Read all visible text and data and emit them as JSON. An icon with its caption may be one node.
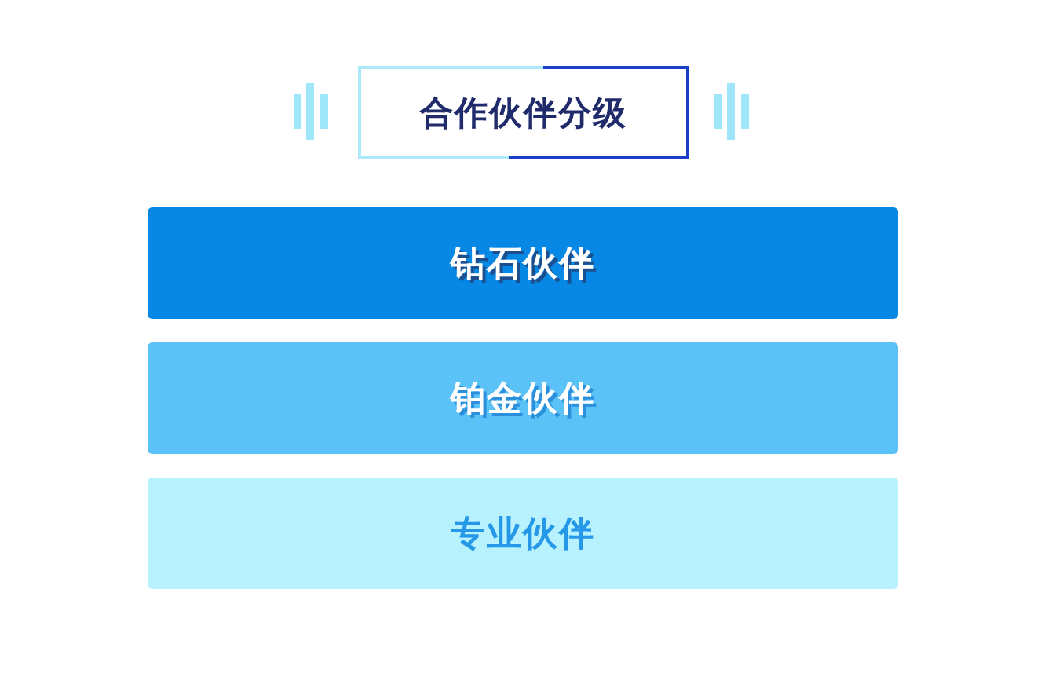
{
  "diagram": {
    "title": "合作伙伴分级",
    "nodes": [
      {
        "text": [
          "钻石伙伴"
        ]
      },
      {
        "text": [
          "铂金伙伴"
        ]
      },
      {
        "text": [
          "专业伙伴"
        ]
      }
    ]
  }
}
